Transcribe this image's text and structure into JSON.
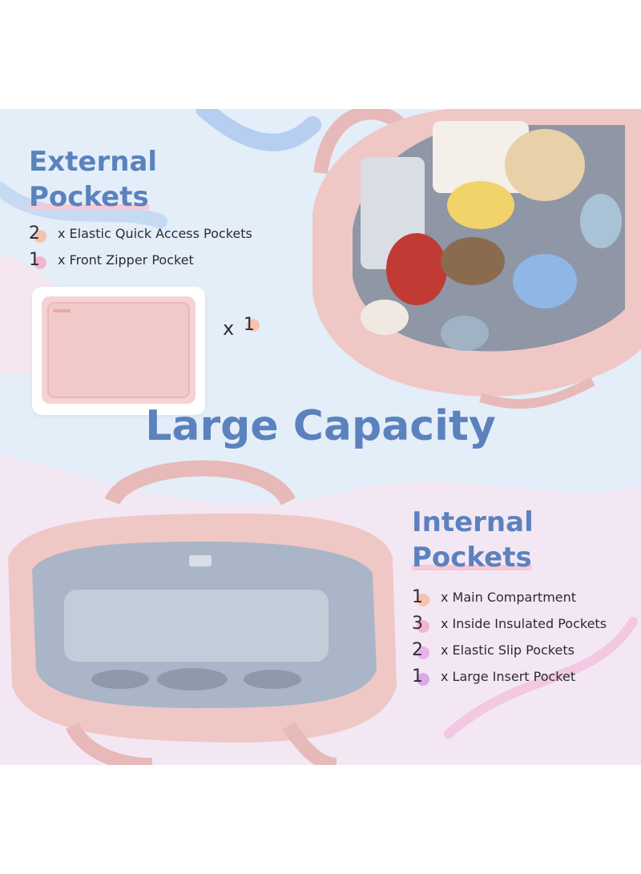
{
  "external": {
    "title_line1": "External",
    "title_line2": "Pockets",
    "items": [
      {
        "count": "2",
        "label": "x Elastic Quick Access Pockets",
        "dot_color": "#f6c3ae"
      },
      {
        "count": "1",
        "label": "x Front Zipper Pocket",
        "dot_color": "#f3b6cf"
      }
    ]
  },
  "mat": {
    "times_text": "x",
    "count": "1"
  },
  "main_title": "Large Capacity",
  "internal": {
    "title_line1": "Internal",
    "title_line2": "Pockets",
    "items": [
      {
        "count": "1",
        "label": "x Main Compartment",
        "dot_color": "#f6c3ae"
      },
      {
        "count": "3",
        "label": "x Inside Insulated Pockets",
        "dot_color": "#f3b6cf"
      },
      {
        "count": "2",
        "label": "x Elastic Slip Pockets",
        "dot_color": "#e8b3e6"
      },
      {
        "count": "1",
        "label": "x Large Insert Pocket",
        "dot_color": "#dba9e6"
      }
    ]
  },
  "colors": {
    "heading": "#5b82bd",
    "background": "#e4eef9",
    "bag_pink": "#efc8c6",
    "lining_gray": "#aab6c8"
  }
}
